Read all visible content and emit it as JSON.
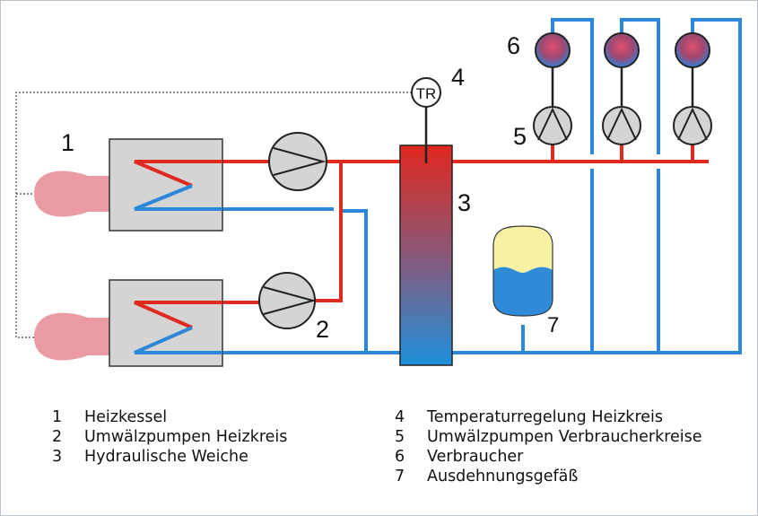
{
  "diagram": {
    "markers": {
      "m1": "1",
      "m2": "2",
      "m3": "3",
      "m4": "4",
      "m5": "5",
      "m6": "6",
      "m7": "7"
    },
    "controller_label": "TR",
    "colors": {
      "supply": "#e02a20",
      "return": "#2d87d8",
      "boiler": "#d4d4d4",
      "burner": "#ea9aa2",
      "vessel_gas": "#f7f1a4",
      "vessel_water": "#2f8ad8"
    }
  },
  "legend": [
    {
      "num": "1",
      "text": "Heizkessel"
    },
    {
      "num": "2",
      "text": "Umwälzpumpen Heizkreis"
    },
    {
      "num": "3",
      "text": "Hydraulische Weiche"
    },
    {
      "num": "4",
      "text": "Temperaturregelung Heizkreis"
    },
    {
      "num": "5",
      "text": "Umwälzpumpen Verbraucherkreise"
    },
    {
      "num": "6",
      "text": "Verbraucher"
    },
    {
      "num": "7",
      "text": "Ausdehnungsgefäß"
    }
  ]
}
